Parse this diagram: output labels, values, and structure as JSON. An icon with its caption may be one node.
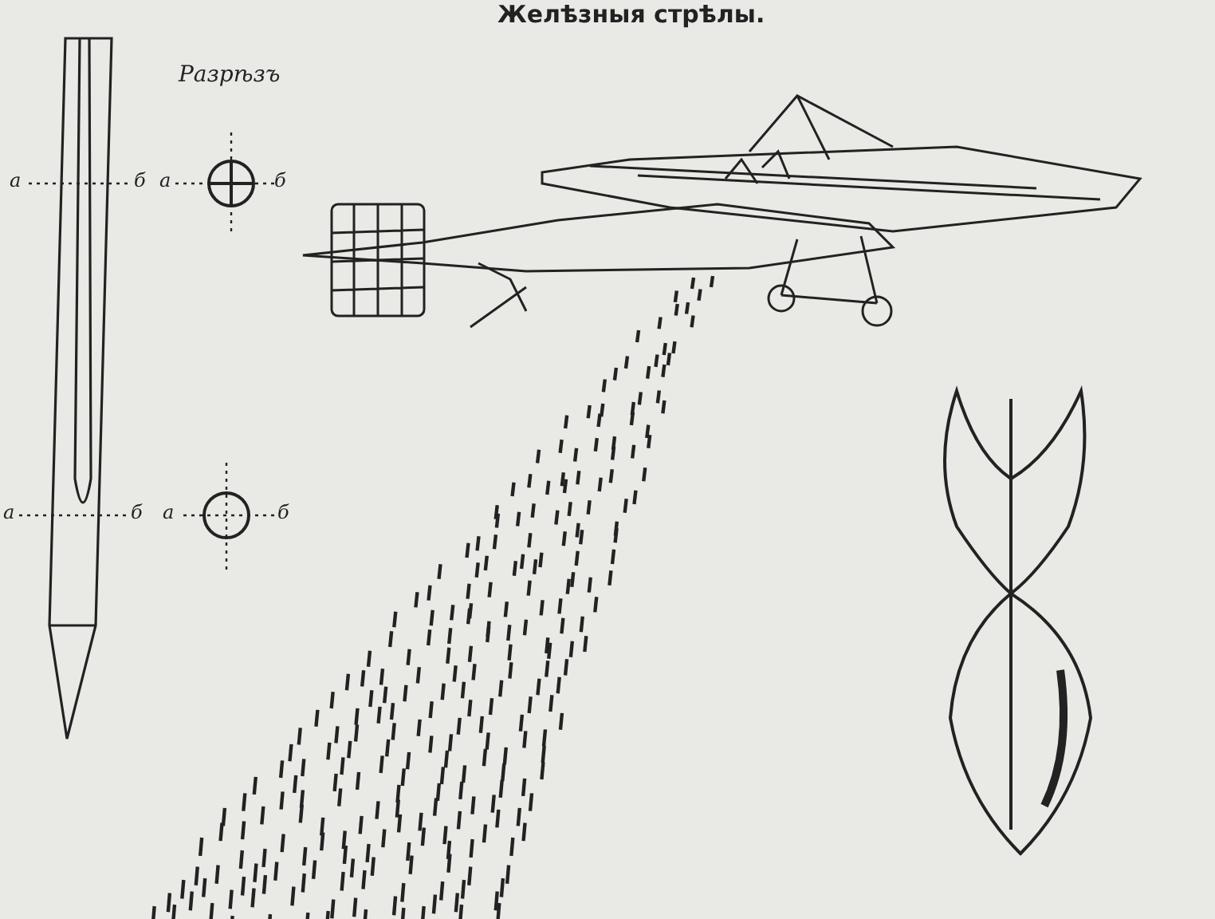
{
  "diagram": {
    "title": "Желѣзныя стрѣлы.",
    "labels": [
      "Разрѣзъ",
      "а",
      "б",
      "а",
      "б",
      "а",
      "б",
      "а",
      "б"
    ]
  }
}
